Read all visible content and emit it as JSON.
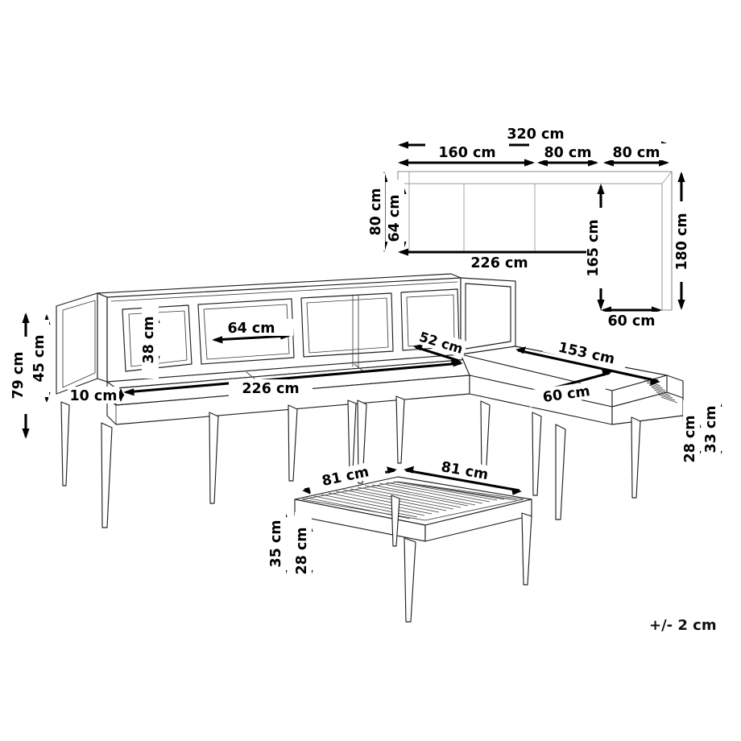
{
  "document": {
    "type": "furniture-dimension-drawing",
    "subject": "L-shaped corner sofa set with coffee table",
    "background_color": "#ffffff",
    "line_color": "#231f20",
    "dimension_color": "#000000",
    "tolerance_note": "+/- 2 cm"
  },
  "plan_view": {
    "name": "top-view-plan",
    "dimensions": {
      "overall_width": "320 cm",
      "segment_left": "160 cm",
      "segment_middle": "80 cm",
      "segment_right": "80 cm",
      "depth_outer": "80 cm",
      "depth_inner": "64 cm",
      "seat_run": "226 cm",
      "chaise_length": "165 cm",
      "chaise_width": "60 cm",
      "overall_depth": "180 cm"
    }
  },
  "perspective_view": {
    "name": "sofa-perspective",
    "dimensions": {
      "total_height": "79 cm",
      "back_height": "45 cm",
      "cushion_height": "38 cm",
      "cushion_width": "64 cm",
      "arm_width": "10 cm",
      "seat_length": "226 cm",
      "corner_depth": "52 cm",
      "chaise_length": "153 cm",
      "chaise_width": "60 cm",
      "seat_height": "28 cm",
      "frame_height": "33 cm"
    }
  },
  "table_view": {
    "name": "coffee-table-perspective",
    "dimensions": {
      "depth": "81 cm",
      "width": "81 cm",
      "total_height": "35 cm",
      "apron_height": "28 cm"
    }
  }
}
